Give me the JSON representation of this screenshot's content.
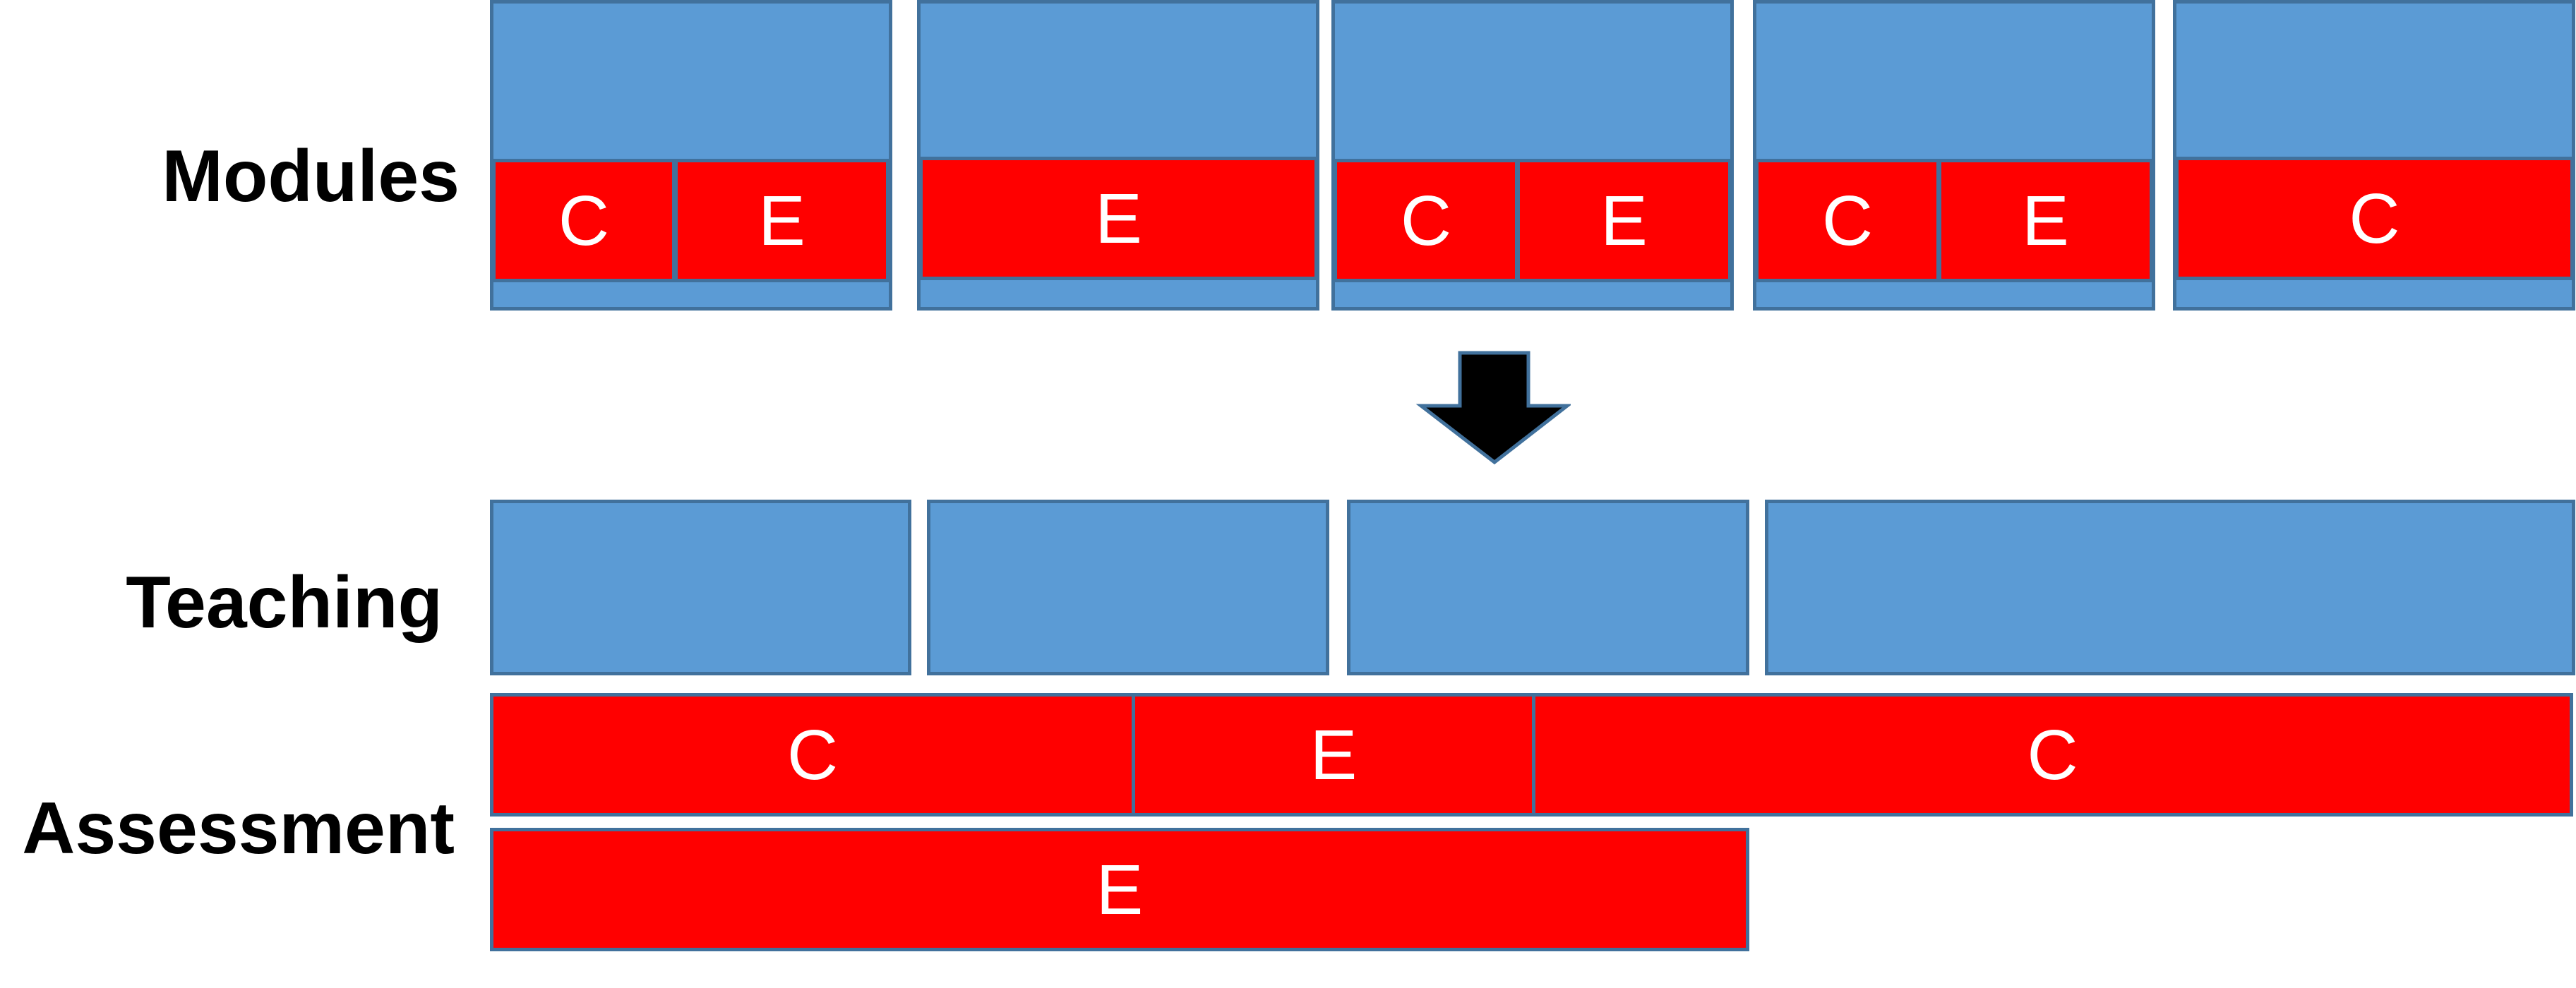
{
  "rows": {
    "modules": "Modules",
    "teaching": "Teaching",
    "assessment": "Assessment"
  },
  "modules": [
    {
      "parts": [
        "C",
        "E"
      ]
    },
    {
      "parts": [
        "E"
      ]
    },
    {
      "parts": [
        "C",
        "E"
      ]
    },
    {
      "parts": [
        "C",
        "E"
      ]
    },
    {
      "parts": [
        "C"
      ]
    }
  ],
  "assessment": {
    "row1": [
      "C",
      "E",
      "C"
    ],
    "row2": [
      "E"
    ]
  },
  "colors": {
    "teaching_blue": "#5b9bd5",
    "assessment_red": "#ff0000",
    "border": "#41719c",
    "arrow": "#000000"
  },
  "icons": {
    "transform": "down-arrow-icon"
  }
}
